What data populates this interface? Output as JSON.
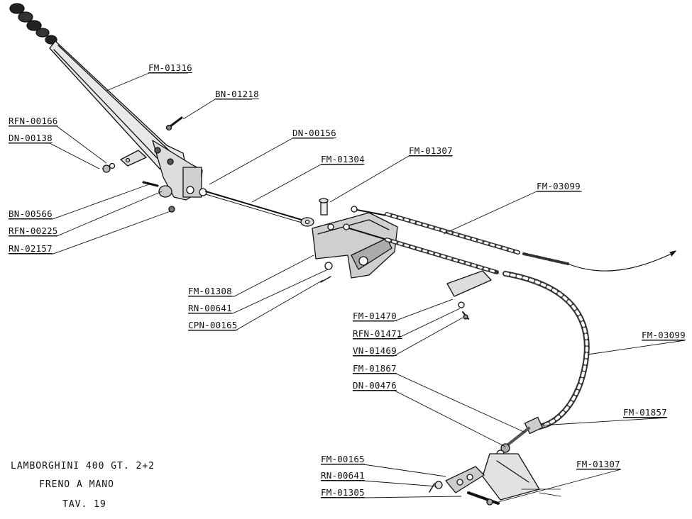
{
  "title_block": {
    "line1": "LAMBORGHINI 400 GT. 2+2",
    "line2": "FRENO A MANO",
    "line3": "TAV. 19"
  },
  "part_labels": [
    "FM-01316",
    "BN-01218",
    "RFN-00166",
    "DN-00138",
    "DN-00156",
    "FM-01304",
    "FM-01307",
    "FM-03099",
    "BN-00566",
    "RFN-00225",
    "RN-02157",
    "FM-01308",
    "RN-00641",
    "CPN-00165",
    "FM-01470",
    "RFN-01471",
    "VN-01469",
    "FM-03099",
    "FM-01867",
    "DN-00476",
    "FM-01857",
    "FM-00165",
    "RN-00641",
    "FM-01305",
    "FM-01307"
  ],
  "colors": {
    "ink": "#111111",
    "paper": "#ffffff"
  }
}
